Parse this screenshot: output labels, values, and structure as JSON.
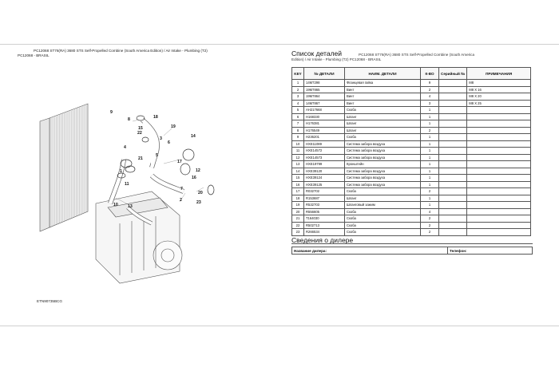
{
  "left": {
    "header_line1": "PC12068 ST76(RA) 3680 STS Self-Propelled Combine (South America Edition) / Air Intake - Plumbing (T2)",
    "header_line2": "PC12068 - BRASIL",
    "figure_id": "ETN90735BCG",
    "callouts": [
      "1",
      "2",
      "3",
      "4",
      "5",
      "6",
      "7",
      "8",
      "9",
      "10",
      "11",
      "12",
      "13",
      "14",
      "15",
      "16",
      "17",
      "18",
      "19",
      "20",
      "21",
      "22",
      "23"
    ]
  },
  "right": {
    "title": "Список деталей",
    "subtitle_line1": "PC12068 ST76(RA) 3680 STS Self-Propelled Combine (South America",
    "subtitle_line2": "Edition) / Air Intake - Plumbing (T2) PC12068 - BRASIL"
  },
  "table": {
    "headers": {
      "key": "KEY",
      "part_no": "№ ДЕТАЛИ",
      "name": "НАИМ. ДЕТАЛИ",
      "qty": "К-ВО",
      "serial": "Серийный №",
      "notes": "ПРИМЕЧАНИЯ"
    },
    "rows": [
      {
        "key": "1",
        "part": "14M7298",
        "name": "Фланцевая гайка",
        "qty": "9",
        "serial": "",
        "note": "M8"
      },
      {
        "key": "2",
        "part": "19M7865",
        "name": "Винт",
        "qty": "2",
        "serial": "",
        "note": "M8 X 16"
      },
      {
        "key": "3",
        "part": "19M7864",
        "name": "Винт",
        "qty": "4",
        "serial": "",
        "note": "M8 X 20"
      },
      {
        "key": "4",
        "part": "14M7867",
        "name": "Винт",
        "qty": "3",
        "serial": "",
        "note": "M8 X 25"
      },
      {
        "key": "5",
        "part": "AH217668",
        "name": "Скоба",
        "qty": "1",
        "serial": "",
        "note": ""
      },
      {
        "key": "6",
        "part": "H168330",
        "name": "Шланг",
        "qty": "1",
        "serial": "",
        "note": ""
      },
      {
        "key": "7",
        "part": "H176381",
        "name": "Шланг",
        "qty": "1",
        "serial": "",
        "note": ""
      },
      {
        "key": "8",
        "part": "H176549",
        "name": "Шланг",
        "qty": "2",
        "serial": "",
        "note": ""
      },
      {
        "key": "9",
        "part": "H236201",
        "name": "Скоба",
        "qty": "1",
        "serial": "",
        "note": ""
      },
      {
        "key": "10",
        "part": "HXE11089",
        "name": "Система забора воздуха",
        "qty": "1",
        "serial": "",
        "note": ""
      },
      {
        "key": "11",
        "part": "HXE14572",
        "name": "Система забора воздуха",
        "qty": "1",
        "serial": "",
        "note": ""
      },
      {
        "key": "12",
        "part": "HXE14573",
        "name": "Система забора воздуха",
        "qty": "1",
        "serial": "",
        "note": ""
      },
      {
        "key": "13",
        "part": "HXE19799",
        "name": "Кронштейн",
        "qty": "1",
        "serial": "",
        "note": ""
      },
      {
        "key": "14",
        "part": "HXE39120",
        "name": "Система забора воздуха",
        "qty": "1",
        "serial": "",
        "note": ""
      },
      {
        "key": "15",
        "part": "HXE39124",
        "name": "Система забора воздуха",
        "qty": "1",
        "serial": "",
        "note": ""
      },
      {
        "key": "16",
        "part": "HXE39125",
        "name": "Система забора воздуха",
        "qty": "1",
        "serial": "",
        "note": ""
      },
      {
        "key": "17",
        "part": "R032702",
        "name": "Скоба",
        "qty": "2",
        "serial": "",
        "note": ""
      },
      {
        "key": "18",
        "part": "R153687",
        "name": "Шланг",
        "qty": "1",
        "serial": "",
        "note": ""
      },
      {
        "key": "19",
        "part": "R532703",
        "name": "Шланговый зажим",
        "qty": "1",
        "serial": "",
        "note": ""
      },
      {
        "key": "20",
        "part": "R556605",
        "name": "Скоба",
        "qty": "4",
        "serial": "",
        "note": ""
      },
      {
        "key": "21",
        "part": "T164030",
        "name": "Скоба",
        "qty": "2",
        "serial": "",
        "note": ""
      },
      {
        "key": "22",
        "part": "R502713",
        "name": "Скоба",
        "qty": "2",
        "serial": "",
        "note": ""
      },
      {
        "key": "23",
        "part": "R266534",
        "name": "Скоба",
        "qty": "2",
        "serial": "",
        "note": ""
      }
    ]
  },
  "dealer": {
    "title": "Сведения о дилере",
    "name_label": "Название дилера:",
    "phone_label": "Телефон:"
  }
}
